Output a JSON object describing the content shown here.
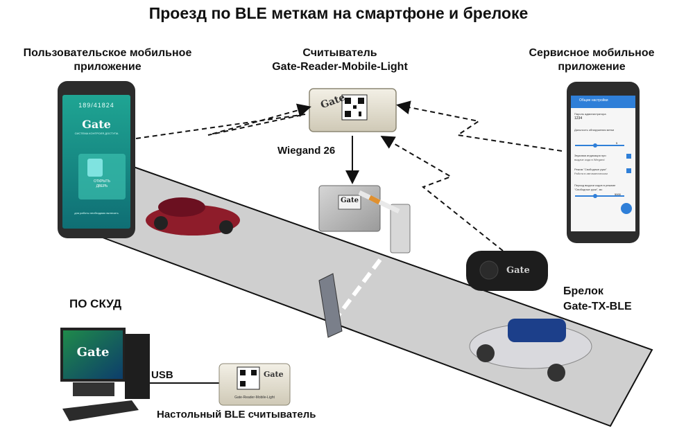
{
  "title": "Проезд по BLE меткам на смартфоне и брелоке",
  "labels": {
    "user_app_line1": "Пользовательское мобильное",
    "user_app_line2": "приложение",
    "reader_line1": "Считыватель",
    "reader_line2": "Gate-Reader-Mobile-Light",
    "service_app_line1": "Сервисное мобильное",
    "service_app_line2": "приложение",
    "wiegand": "Wiegand 26",
    "acs_software": "ПО СКУД",
    "usb": "USB",
    "desktop_reader": "Настольный BLE считыватель",
    "fob_line1": "Брелок",
    "fob_line2": "Gate-TX-BLE"
  },
  "user_phone": {
    "code": "189/41824",
    "brand": "Gate",
    "subtitle": "СИСТЕМА КОНТРОЛЯ ДОСТУПА",
    "open_line1": "ОТКРЫТЬ",
    "open_line2": "ДВЕРЬ",
    "footer": "для работы необходимо включить"
  },
  "service_phone": {
    "header": "Общие настройки",
    "admin_label": "Пароль администратора",
    "admin_value": "1234",
    "range_label": "Дальность обнаружения метки",
    "range_value": "5",
    "sound_label": "Звуковая индикация при",
    "sound_sub": "выдаче кода в Wiegand",
    "handsfree_label": "Режим \"Свободные руки\"",
    "handsfree_sub": "Работа в автоматическом",
    "period_label": "Период выдачи кодов в режиме",
    "period_label2": "\"Свободные руки\", мс",
    "period_value": "5000"
  },
  "reader_brand": "Gate",
  "controller_brand": "Gate",
  "fob_brand": "Gate",
  "monitor_brand": "Gate",
  "desktop_reader_brand": "Gate",
  "desktop_reader_caption": "Gate-Reader-Mobile-Light",
  "colors": {
    "road": "#cfcfcf",
    "phone_screen": "#1f9a8c",
    "red_car": "#8e1c2a",
    "accent_blue": "#2f7fd8"
  }
}
